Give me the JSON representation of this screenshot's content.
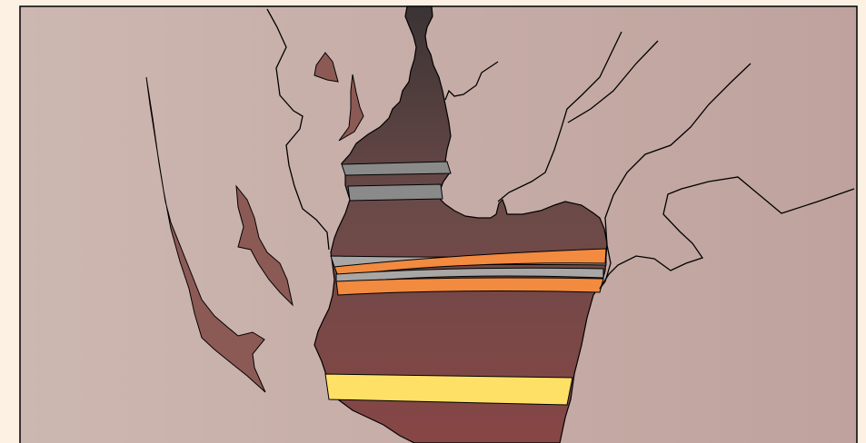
{
  "palette": {
    "page_margin": "#fdf1e4",
    "host_rock": "#cdb7b1",
    "host_rock_right": "#bfa29d",
    "xenolith": "#8c5a55",
    "dike_top": "#3b3334",
    "dike_bottom": "#874646",
    "layer_gray": "#8a8a8a",
    "layer_gray_light": "#a9a6a6",
    "layer_orange": "#f28a3f",
    "layer_yellow": "#ffe066",
    "outline": "#000000"
  },
  "diagram": {
    "kind": "geologic-cross-section-illustration",
    "layers": [
      {
        "name": "upper-gray-band-1",
        "color_key": "layer_gray"
      },
      {
        "name": "upper-gray-band-2",
        "color_key": "layer_gray"
      },
      {
        "name": "gray-band-3",
        "color_key": "layer_gray_light"
      },
      {
        "name": "orange-band-1",
        "color_key": "layer_orange"
      },
      {
        "name": "gray-band-4",
        "color_key": "layer_gray_light"
      },
      {
        "name": "orange-band-2",
        "color_key": "layer_orange"
      },
      {
        "name": "yellow-band",
        "color_key": "layer_yellow"
      }
    ]
  }
}
